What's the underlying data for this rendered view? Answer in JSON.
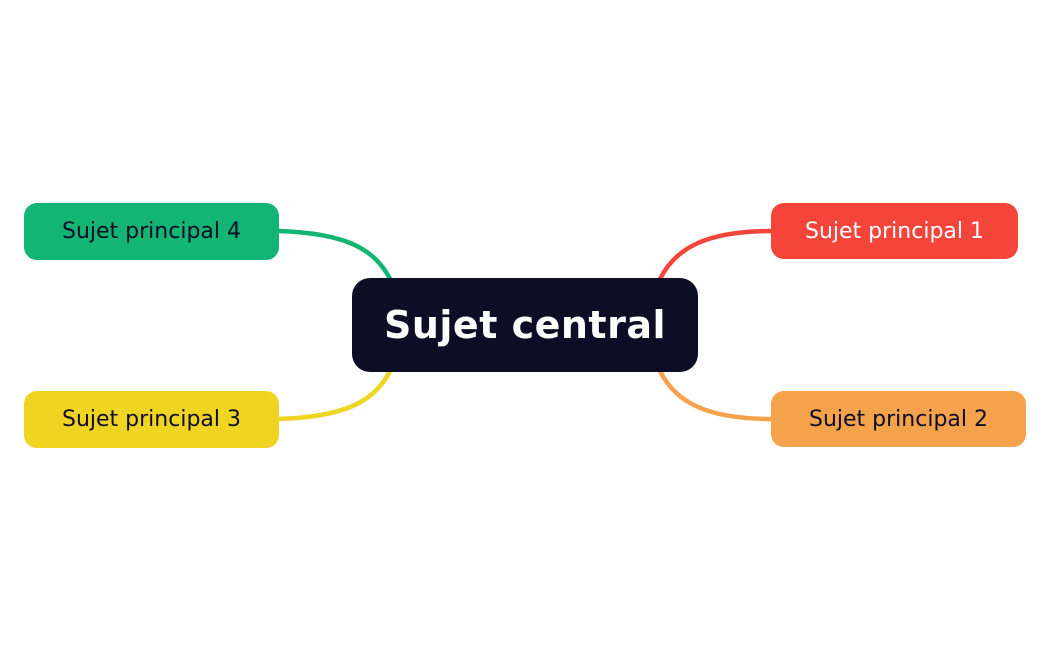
{
  "canvas": {
    "background_color": "#ffffff"
  },
  "central": {
    "label": "Sujet central",
    "bg_color": "#0d0d26",
    "text_color": "#ffffff"
  },
  "branches": [
    {
      "id": "branch-1",
      "label": "Sujet principal 1",
      "bg_color": "#f5453b",
      "text_color": "#ffffff",
      "position": "top-right"
    },
    {
      "id": "branch-2",
      "label": "Sujet principal 2",
      "bg_color": "#f4a24c",
      "text_color": "#0d0d26",
      "position": "bottom-right"
    },
    {
      "id": "branch-3",
      "label": "Sujet principal 3",
      "bg_color": "#f0d422",
      "text_color": "#0d0d26",
      "position": "bottom-left"
    },
    {
      "id": "branch-4",
      "label": "Sujet principal 4",
      "bg_color": "#12b573",
      "text_color": "#0d0d26",
      "position": "top-left"
    }
  ],
  "connectors": [
    {
      "from": "central",
      "to": "branch-1",
      "color": "#f5453b"
    },
    {
      "from": "central",
      "to": "branch-2",
      "color": "#f4a24c"
    },
    {
      "from": "central",
      "to": "branch-3",
      "color": "#f0d422"
    },
    {
      "from": "central",
      "to": "branch-4",
      "color": "#12b573"
    }
  ]
}
